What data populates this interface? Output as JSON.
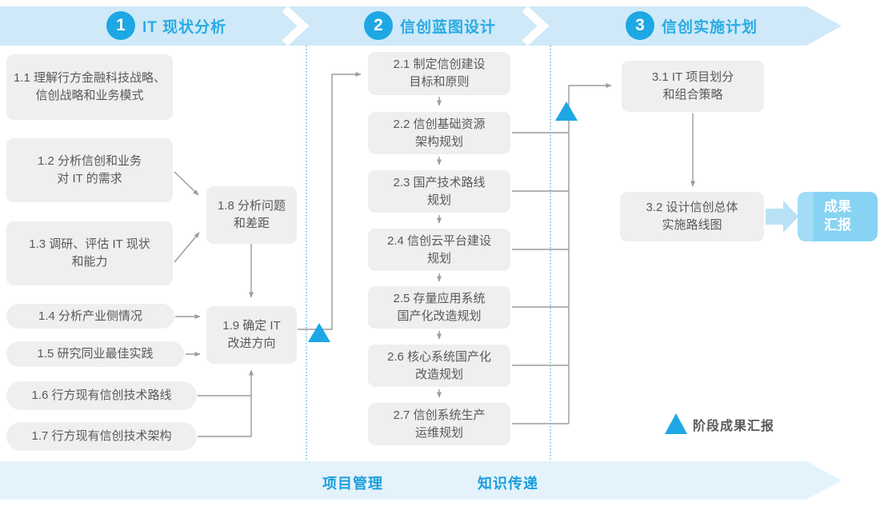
{
  "header": {
    "phases": [
      {
        "number": "1",
        "title": "IT 现状分析"
      },
      {
        "number": "2",
        "title": "信创蓝图设计"
      },
      {
        "number": "3",
        "title": "信创实施计划"
      }
    ]
  },
  "boxes": {
    "b11": {
      "line1": "1.1 理解行方金融科技战略、",
      "line2": "信创战略和业务模式"
    },
    "b12": {
      "line1": "1.2 分析信创和业务",
      "line2": "对 IT 的需求"
    },
    "b13": {
      "line1": "1.3 调研、评估 IT 现状",
      "line2": "和能力"
    },
    "b14": {
      "line1": "1.4 分析产业侧情况"
    },
    "b15": {
      "line1": "1.5 研究同业最佳实践"
    },
    "b16": {
      "line1": "1.6 行方现有信创技术路线"
    },
    "b17": {
      "line1": "1.7 行方现有信创技术架构"
    },
    "b18": {
      "line1": "1.8 分析问题",
      "line2": "和差距"
    },
    "b19": {
      "line1": "1.9 确定 IT",
      "line2": "改进方向"
    },
    "b21": {
      "line1": "2.1 制定信创建设",
      "line2": "目标和原则"
    },
    "b22": {
      "line1": "2.2 信创基础资源",
      "line2": "架构规划"
    },
    "b23": {
      "line1": "2.3 国产技术路线",
      "line2": "规划"
    },
    "b24": {
      "line1": "2.4 信创云平台建设",
      "line2": "规划"
    },
    "b25": {
      "line1": "2.5 存量应用系统",
      "line2": "国产化改造规划"
    },
    "b26": {
      "line1": "2.6 核心系统国产化",
      "line2": "改造规划"
    },
    "b27": {
      "line1": "2.7 信创系统生产",
      "line2": "运维规划"
    },
    "b31": {
      "line1": "3.1 IT 项目划分",
      "line2": "和组合策略"
    },
    "b32": {
      "line1": "3.2 设计信创总体",
      "line2": "实施路线图"
    },
    "result": {
      "line1": "成果",
      "line2": "汇报"
    }
  },
  "legend": {
    "label": "阶段成果汇报"
  },
  "footer": {
    "labels": [
      "项目管理",
      "知识传递"
    ]
  },
  "colors": {
    "accent_blue": "#1da7e4",
    "title_blue": "#29abe2",
    "band_blue": "#cfe9f8",
    "footer_band_blue": "#e4f2fb",
    "box_gray": "#efefef",
    "text_gray": "#58595b",
    "connector_gray": "#9b9b9b",
    "result_box_blue": "#87d3f3",
    "block_arrow_blue": "#b9e2f7"
  }
}
